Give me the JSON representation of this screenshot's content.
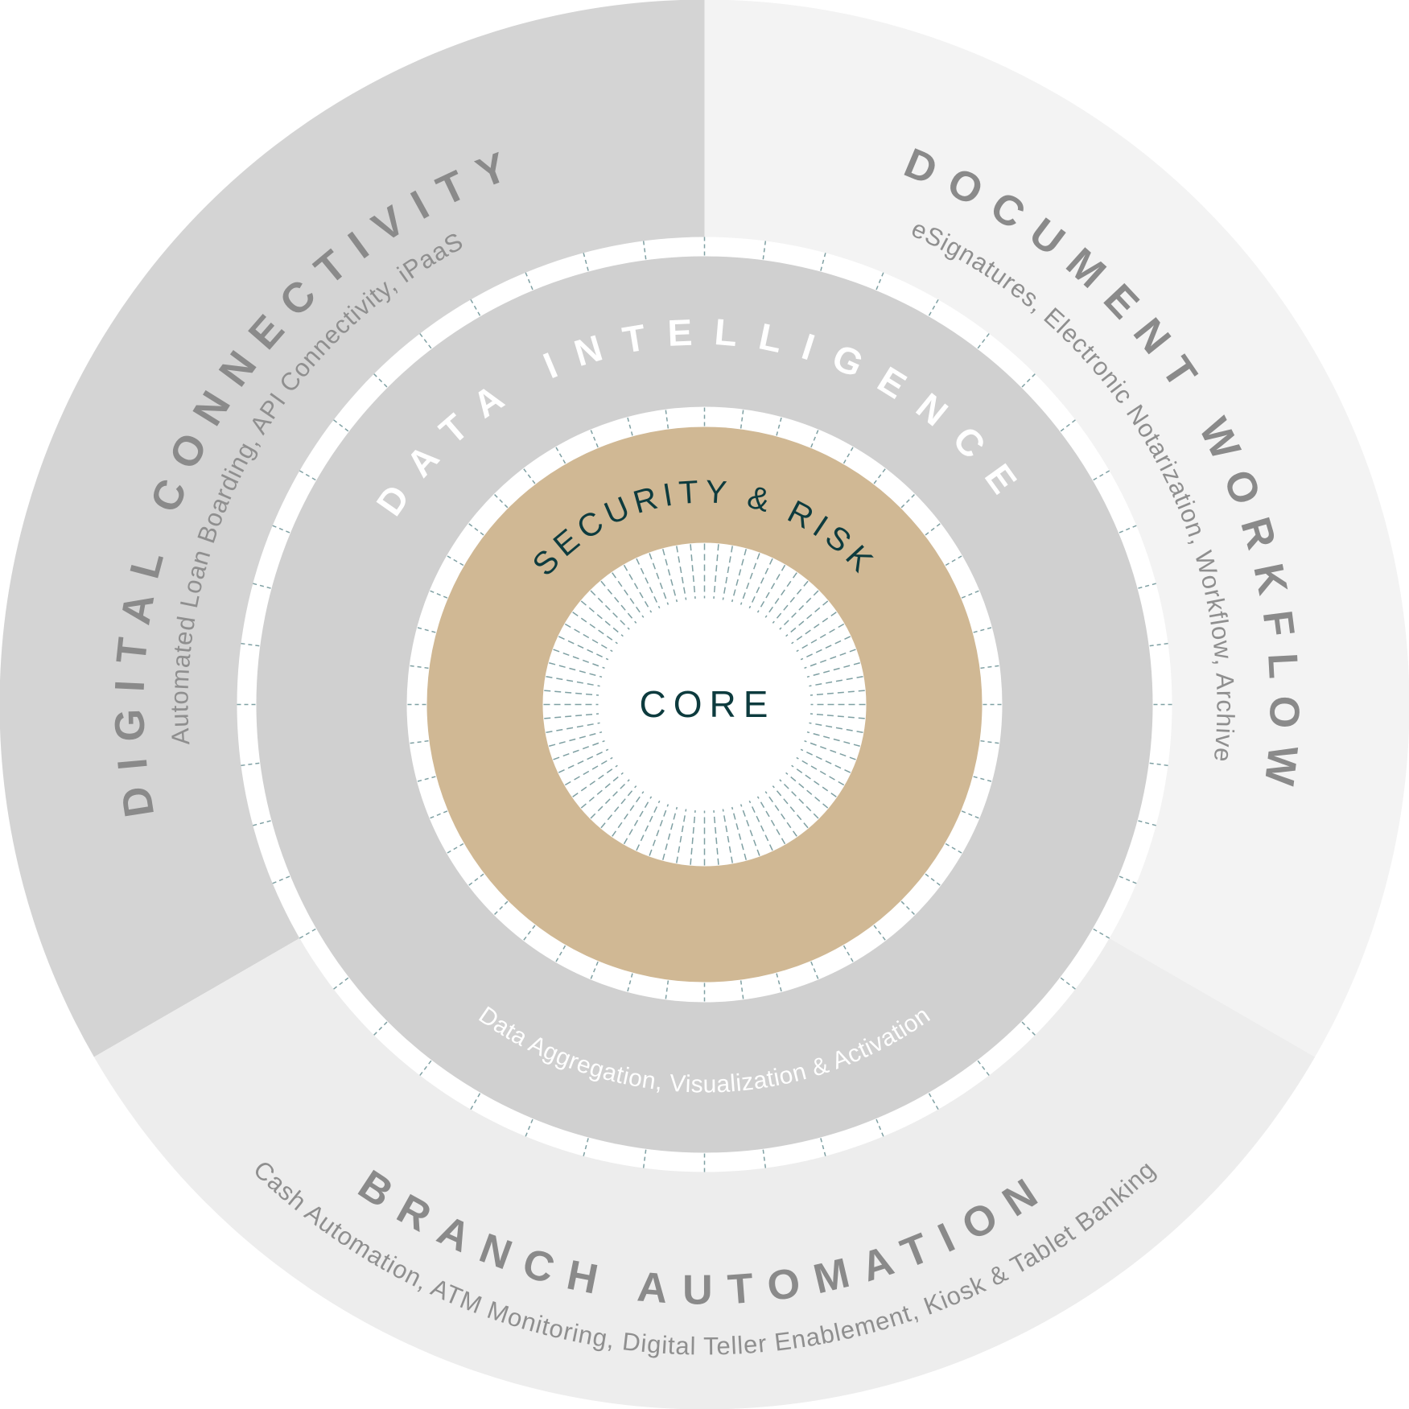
{
  "colors": {
    "digital_connectivity_sector": "#d4d4d4",
    "document_workflow_sector": "#f3f3f3",
    "branch_automation_sector": "#ededed",
    "data_intelligence_ring": "#d0d0d0",
    "security_ring": "#d0b894",
    "core": "#ffffff",
    "dark_text": "#0d3b3e",
    "tick": "#7fa0a3",
    "sector_text": "#8a8a8a"
  },
  "sectors": {
    "digital_connectivity": {
      "title": "DIGITAL CONNECTIVITY",
      "subtitle": "Automated Loan Boarding, API Connectivity, iPaaS"
    },
    "document_workflow": {
      "title": "DOCUMENT WORKFLOW",
      "subtitle": "eSignatures, Electronic Notarization, Workflow, Archive"
    },
    "branch_automation": {
      "title": "BRANCH AUTOMATION",
      "subtitle": "Cash Automation, ATM Monitoring, Digital Teller Enablement, Kiosk & Tablet Banking"
    }
  },
  "data_intelligence": {
    "title": "DATA INTELLIGENCE",
    "subtitle": "Data Aggregation, Visualization & Activation"
  },
  "security": {
    "title": "SECURITY & RISK"
  },
  "core": {
    "title": "CORE"
  }
}
